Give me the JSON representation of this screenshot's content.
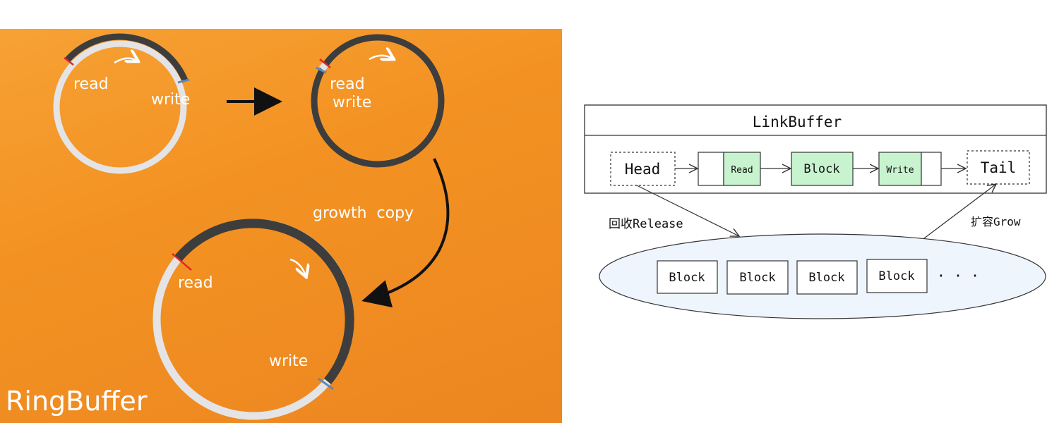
{
  "ringbuffer": {
    "title": "RingBuffer",
    "state1": {
      "read": "read",
      "write": "write"
    },
    "state2": {
      "read": "read",
      "write": "write"
    },
    "transition_label": "growth  copy",
    "state3": {
      "read": "read",
      "write": "write"
    }
  },
  "linkbuffer": {
    "title": "LinkBuffer",
    "head": "Head",
    "tail": "Tail",
    "read_block": "Read",
    "block": "Block",
    "write_block": "Write",
    "release_label": "回收Release",
    "grow_label": "扩容Grow",
    "pool_blocks": [
      "Block",
      "Block",
      "Block",
      "Block"
    ],
    "ellipsis": "· · ·"
  },
  "colors": {
    "panel_orange": "#f39223",
    "ring_dark": "#3d3d3d",
    "ring_light": "#e4e4e6",
    "read_marker": "#e0262b",
    "write_marker": "#5f88b8",
    "data_block_green": "#c8f3cf",
    "pool_fill": "#eef5fd"
  }
}
